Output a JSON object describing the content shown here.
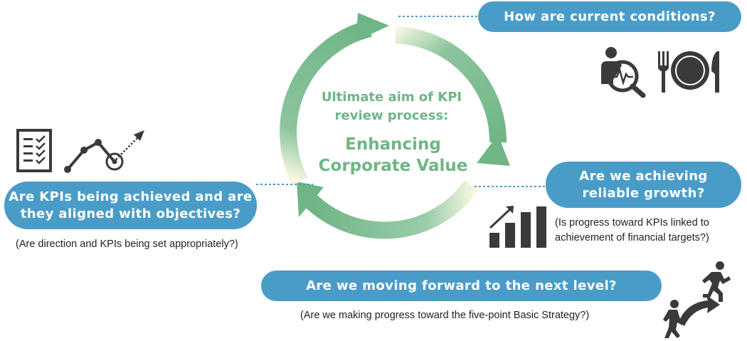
{
  "center": {
    "aim_line1": "Ultimate aim of KPI",
    "aim_line2": "review process:",
    "value_line1": "Enhancing",
    "value_line2": "Corporate Value"
  },
  "steps": {
    "top": {
      "question": "How are current conditions?"
    },
    "right": {
      "question_line1": "Are we achieving",
      "question_line2": "reliable growth?",
      "note_line1": "(Is progress toward KPIs linked to",
      "note_line2": "achievement of financial targets?)"
    },
    "bottom": {
      "question": "Are we moving forward to the next level?",
      "note": "(Are we making progress toward the five-point Basic Strategy?)"
    },
    "left": {
      "question_line1": "Are KPIs being achieved and are",
      "question_line2": "they aligned with objectives?",
      "note": "(Are direction and KPIs being set appropriately?)"
    }
  },
  "colors": {
    "cycle_green": "#6fb586",
    "pill_blue": "#4a9cc8",
    "icon_dark": "#3a3a3a"
  },
  "icons": [
    "person-magnifier-icon",
    "fork-plate-knife-icon",
    "bar-chart-growth-icon",
    "running-people-icon",
    "checklist-icon",
    "trend-line-target-icon"
  ]
}
